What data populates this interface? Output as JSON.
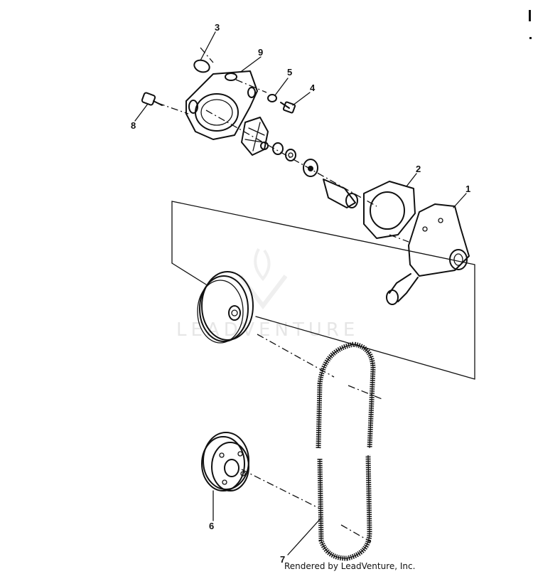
{
  "diagram": {
    "callouts": [
      {
        "id": "1",
        "label": "1"
      },
      {
        "id": "2",
        "label": "2"
      },
      {
        "id": "3",
        "label": "3"
      },
      {
        "id": "4",
        "label": "4"
      },
      {
        "id": "5",
        "label": "5"
      },
      {
        "id": "6",
        "label": "6"
      },
      {
        "id": "7",
        "label": "7"
      },
      {
        "id": "8",
        "label": "8"
      },
      {
        "id": "9",
        "label": "9"
      }
    ],
    "watermark": "LEADVENTURE",
    "footer": "Rendered by LeadVenture, Inc."
  }
}
